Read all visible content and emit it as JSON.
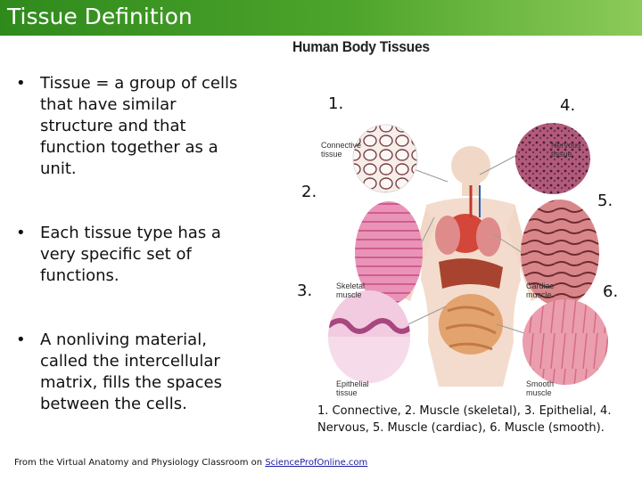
{
  "slide": {
    "title": "Tissue Definition",
    "bullets": [
      {
        "marker": "•",
        "text": "Tissue = a group of cells that have similar structure and that function together as a unit."
      },
      {
        "marker": "•",
        "text": "Each tissue type has a very specific set of functions."
      },
      {
        "marker": "•",
        "text": "A nonliving material, called the intercellular matrix, fills the spaces between the cells."
      }
    ]
  },
  "figure": {
    "title": "Human Body Tissues",
    "numbers": [
      "1.",
      "2.",
      "3.",
      "4.",
      "5.",
      "6."
    ],
    "tissue_labels": {
      "connective": "Connective tissue",
      "nervous": "Nervous tissue",
      "skeletal": "Skeletal muscle",
      "cardiac": "Cardiac muscle",
      "epithelial": "Epithelial tissue",
      "smooth": "Smooth muscle"
    },
    "caption": "1. Connective, 2. Muscle (skeletal), 3. Epithelial, 4. Nervous, 5. Muscle (cardiac), 6. Muscle (smooth)."
  },
  "footer": {
    "prefix": "From the Virtual Anatomy and Physiology Classroom on ",
    "link_text": "ScienceProfOnline.com"
  }
}
